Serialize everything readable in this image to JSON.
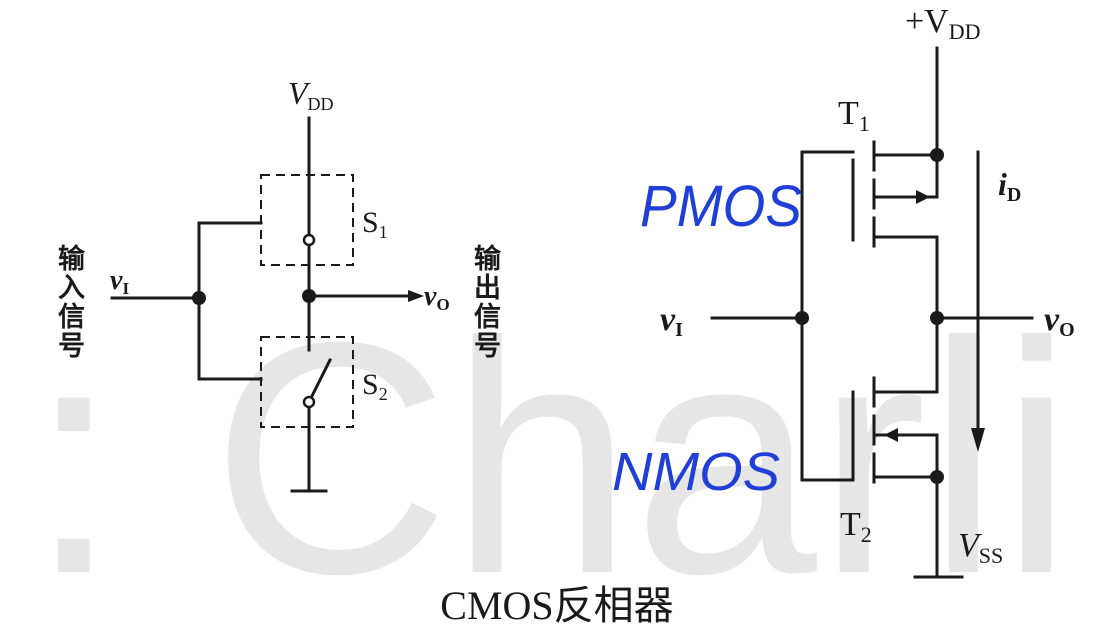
{
  "watermark": {
    "text": ": Charli"
  },
  "switch_model": {
    "supply_label": "V",
    "supply_subscript": "DD",
    "input_side_label": [
      "输",
      "入",
      "信",
      "号"
    ],
    "output_side_label": [
      "输",
      "出",
      "信",
      "号"
    ],
    "input_label": "v",
    "input_subscript": "I",
    "output_label": "v",
    "output_subscript": "O",
    "upper_switch_label": "S",
    "upper_switch_subscript": "1",
    "lower_switch_label": "S",
    "lower_switch_subscript": "2"
  },
  "transistor_circuit": {
    "supply_label": "+V",
    "supply_subscript": "DD",
    "pmos_label": "T",
    "pmos_subscript": "1",
    "nmos_label": "T",
    "nmos_subscript": "2",
    "current_label": "i",
    "current_subscript": "D",
    "input_label": "v",
    "input_subscript": "I",
    "output_label": "v",
    "output_subscript": "O",
    "ground_label": "V",
    "ground_subscript": "SS"
  },
  "annotations": {
    "pmos_handwritten": "PMOS",
    "nmos_handwritten": "NMOS"
  },
  "caption": "CMOS反相器",
  "colors": {
    "ink": "#1a1a1a",
    "handwriting": "#1f3fd6",
    "watermark": "#e6e6e6"
  }
}
